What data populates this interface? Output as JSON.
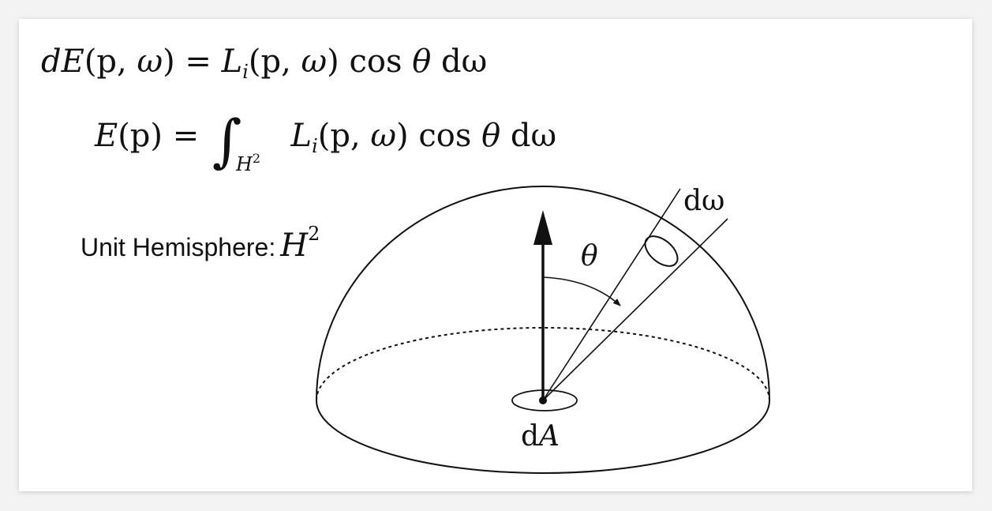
{
  "equations": {
    "eq1": {
      "lhs_d": "d",
      "lhs_E": "E",
      "lhs_args": "(p, ",
      "lhs_omega": "ω",
      "lhs_close": ")",
      "equals": " = ",
      "rhs_L": "L",
      "rhs_i": "i",
      "rhs_args": "(p, ",
      "rhs_omega": "ω",
      "rhs_close": ")",
      "rhs_cos": " cos ",
      "rhs_theta": "θ",
      "rhs_dw": " dω"
    },
    "eq2": {
      "lhs_E": "E",
      "lhs_args": "(p)",
      "equals": " = ",
      "integral": "∫",
      "domain_H": "H",
      "domain_exp": "2",
      "rhs_L": "L",
      "rhs_i": "i",
      "rhs_args": "(p, ",
      "rhs_omega": "ω",
      "rhs_close": ")",
      "rhs_cos": " cos ",
      "rhs_theta": "θ",
      "rhs_dw": " dω"
    }
  },
  "hemisphere_label": {
    "text": "Unit Hemisphere:",
    "symbol": "H",
    "exponent": "2"
  },
  "diagram_labels": {
    "theta": "θ",
    "d_omega": "dω",
    "d_A_prefix": "d",
    "d_A_var": "A"
  }
}
